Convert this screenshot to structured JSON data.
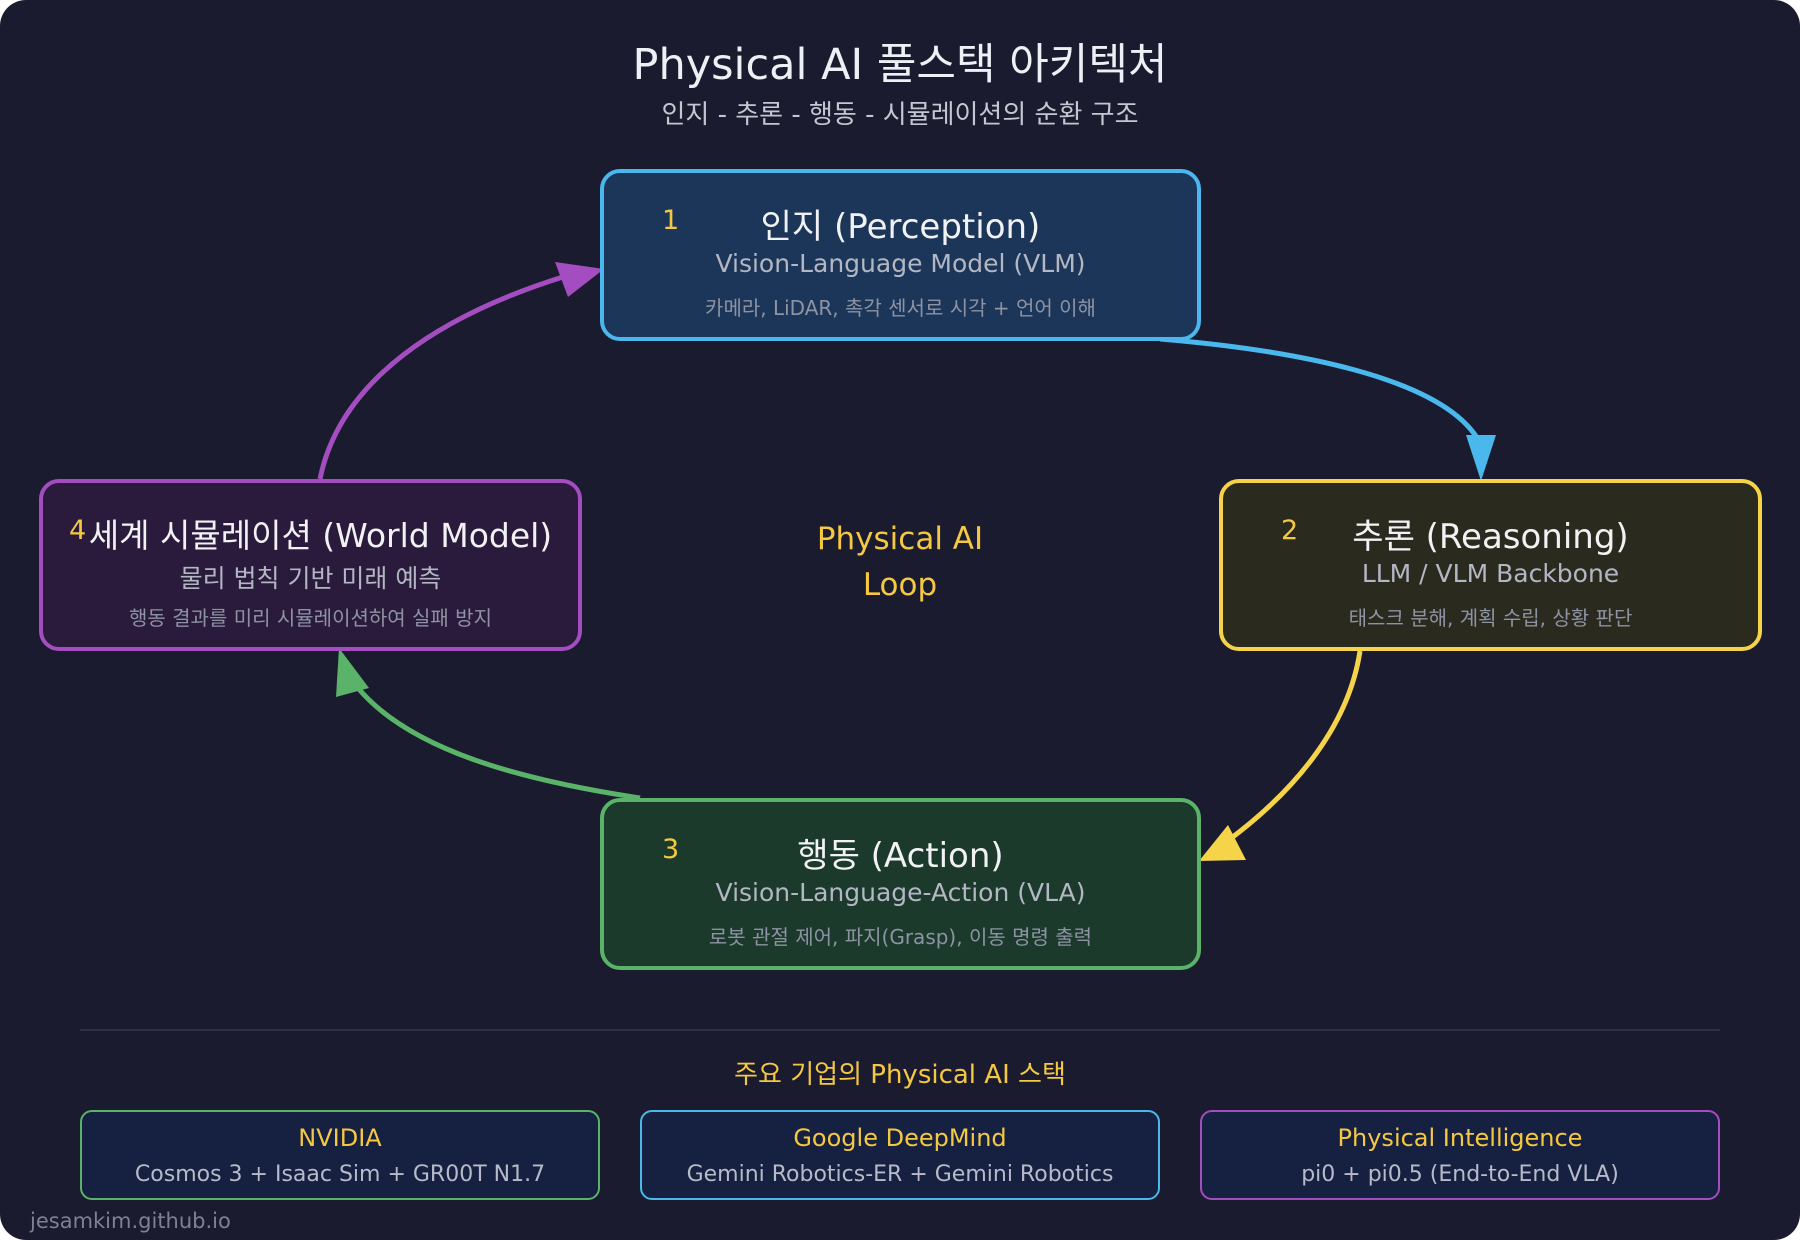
{
  "header": {
    "title": "Physical AI 풀스택 아키텍처",
    "subtitle": "인지 - 추론 - 행동 - 시뮬레이션의 순환 구조"
  },
  "nodes": [
    {
      "id": "perception",
      "num": "1",
      "title": "인지 (Perception)",
      "subtitle": "Vision-Language Model (VLM)",
      "description": "카메라, LiDAR, 촉각 센서로 시각 + 언어 이해",
      "color": "#4ab8ec"
    },
    {
      "id": "reasoning",
      "num": "2",
      "title": "추론 (Reasoning)",
      "subtitle": "LLM / VLM Backbone",
      "description": "태스크 분해, 계획 수립, 상황 판단",
      "color": "#f5d44a"
    },
    {
      "id": "action",
      "num": "3",
      "title": "행동 (Action)",
      "subtitle": "Vision-Language-Action (VLA)",
      "description": "로봇 관절 제어, 파지(Grasp), 이동 명령 출력",
      "color": "#5bb36a"
    },
    {
      "id": "world-model",
      "num": "4",
      "title": "세계 시뮬레이션 (World Model)",
      "subtitle": "물리 법칙 기반 미래 예측",
      "description": "행동 결과를 미리 시뮬레이션하여 실패 방지",
      "color": "#a44dc0"
    }
  ],
  "center": {
    "line1": "Physical AI",
    "line2": "Loop"
  },
  "stack_section": {
    "title": "주요 기업의 Physical AI 스택",
    "companies": [
      {
        "name": "NVIDIA",
        "stack": "Cosmos 3 + Isaac Sim + GR00T N1.7",
        "color": "#5bb36a"
      },
      {
        "name": "Google DeepMind",
        "stack": "Gemini Robotics-ER + Gemini Robotics",
        "color": "#4ab8ec"
      },
      {
        "name": "Physical Intelligence",
        "stack": "pi0 + pi0.5 (End-to-End VLA)",
        "color": "#a44dc0"
      }
    ]
  },
  "watermark": "jesamkim.github.io"
}
